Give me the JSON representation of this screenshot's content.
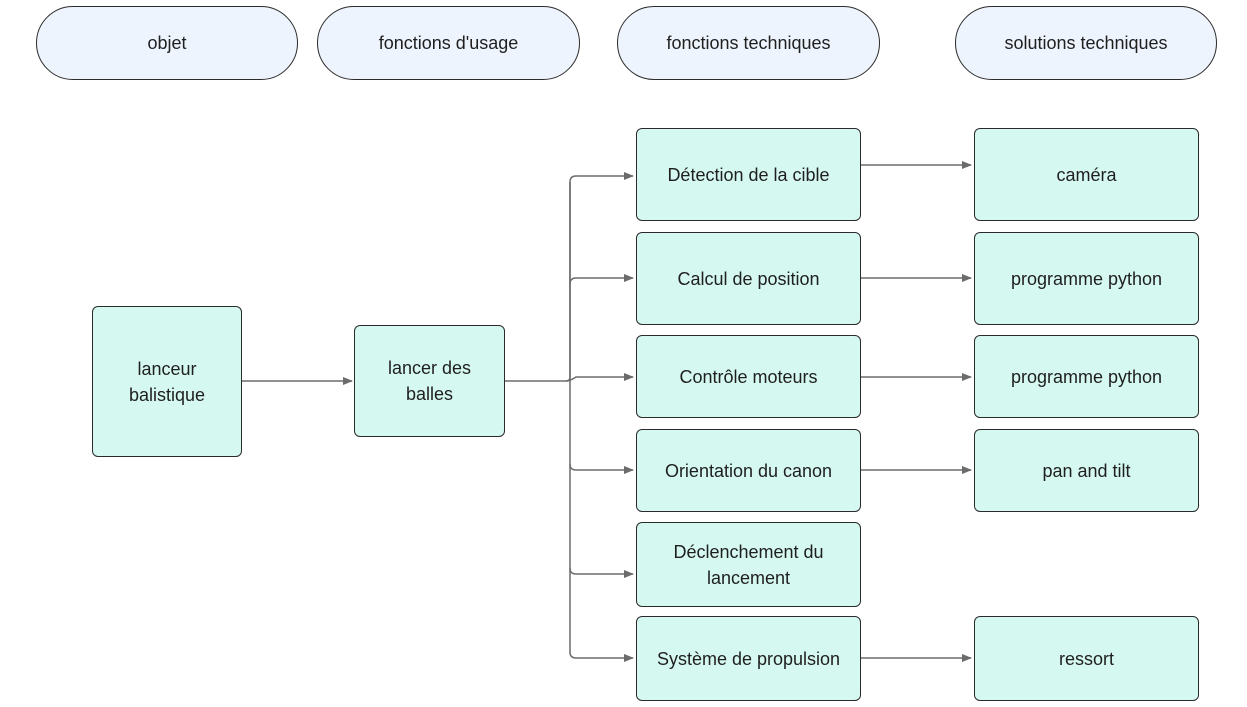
{
  "headers": {
    "objet": "objet",
    "usage": "fonctions d'usage",
    "techniques": "fonctions techniques",
    "solutions": "solutions techniques"
  },
  "nodes": {
    "object": "lanceur balistique",
    "usage": "lancer des balles",
    "functions": [
      "Détection de la cible",
      "Calcul de position",
      "Contrôle moteurs",
      "Orientation du canon",
      "Déclenchement du lancement",
      "Système de propulsion"
    ],
    "solutions": [
      "caméra",
      "programme python",
      "programme python",
      "pan and tilt",
      "ressort"
    ]
  },
  "colors": {
    "header_fill": "#eef4fd",
    "node_fill": "#d5f8f0",
    "stroke": "#2b2b2b",
    "connector": "#6b6b6b"
  }
}
